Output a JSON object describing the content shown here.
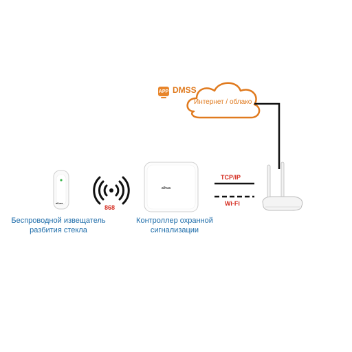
{
  "diagram": {
    "app": {
      "badge": "APP",
      "name": "DMSS"
    },
    "cloud": {
      "label": "Интернет / облако"
    },
    "links": {
      "wired": "TCP/IP",
      "wireless": "Wi-Fi",
      "radio_band": "868"
    },
    "devices": {
      "sensor": {
        "caption_line1": "Беспроводной извещатель",
        "caption_line2": "разбития стекла",
        "brand": "alhua"
      },
      "controller": {
        "caption_line1": "Контроллер охранной",
        "caption_line2": "сигнализации",
        "brand": "alhua"
      },
      "router": {}
    },
    "colors": {
      "cloud_stroke": "#e07a1e",
      "accent_red": "#d42a1e",
      "caption_blue": "#1a6aa8",
      "line_black": "#111111"
    }
  }
}
